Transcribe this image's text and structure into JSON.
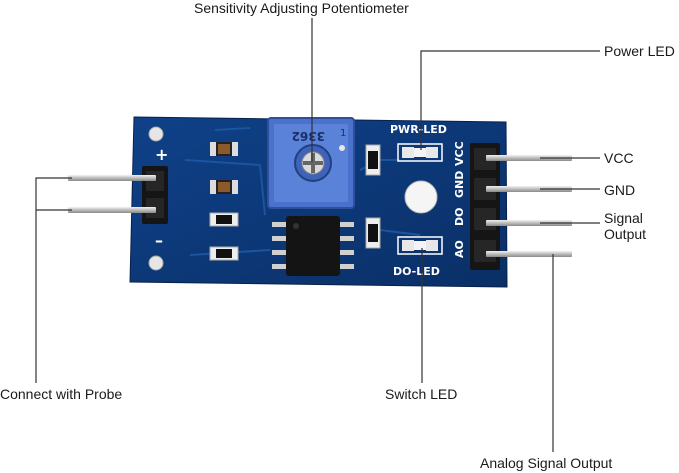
{
  "labels": {
    "potentiometer": "Sensitivity Adjusting Potentiometer",
    "power_led": "Power LED",
    "vcc": "VCC",
    "gnd": "GND",
    "signal_output_line1": "Signal",
    "signal_output_line2": "Output",
    "switch_led": "Switch LED",
    "probe": "Connect with Probe",
    "analog_output": "Analog Signal Output"
  },
  "silkscreen": {
    "pwr_led": "PWR-LED",
    "do_led": "DO-LED",
    "vcc": "VCC",
    "gnd": "GND",
    "do": "DO",
    "ao": "AO",
    "plus": "+",
    "minus": "–",
    "pot_marking": "3362",
    "pot_value": "1"
  },
  "colors": {
    "pcb": "#0d3a7a",
    "pcb_dark": "#0a2c5e",
    "pcb_trace": "#1a4e95",
    "pot_body": "#4a6fc8",
    "header": "#1a1a1a",
    "pin": "#c8c8c8",
    "leader_line": "#333333"
  }
}
